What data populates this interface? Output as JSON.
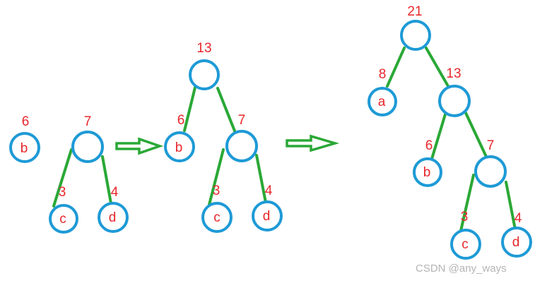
{
  "stages": [
    {
      "id": "stage-1",
      "weights": {
        "b": "6",
        "root": "7",
        "c": "3",
        "d": "4"
      },
      "letters": {
        "b": "b",
        "c": "c",
        "d": "d"
      }
    },
    {
      "id": "stage-2",
      "weights": {
        "root": "13",
        "b": "6",
        "sub": "7",
        "c": "3",
        "d": "4"
      },
      "letters": {
        "b": "b",
        "c": "c",
        "d": "d"
      }
    },
    {
      "id": "stage-3",
      "weights": {
        "root": "21",
        "a": "8",
        "sub13": "13",
        "b": "6",
        "sub7": "7",
        "c": "3",
        "d": "4"
      },
      "letters": {
        "a": "a",
        "b": "b",
        "c": "c",
        "d": "d"
      }
    }
  ],
  "colors": {
    "node_stroke": "#1e9ad6",
    "edge": "#2aa836",
    "arrow": "#2aa836",
    "label": "#e8262b",
    "watermark": "#b4b4b4"
  },
  "watermark": "CSDN @any_ways"
}
